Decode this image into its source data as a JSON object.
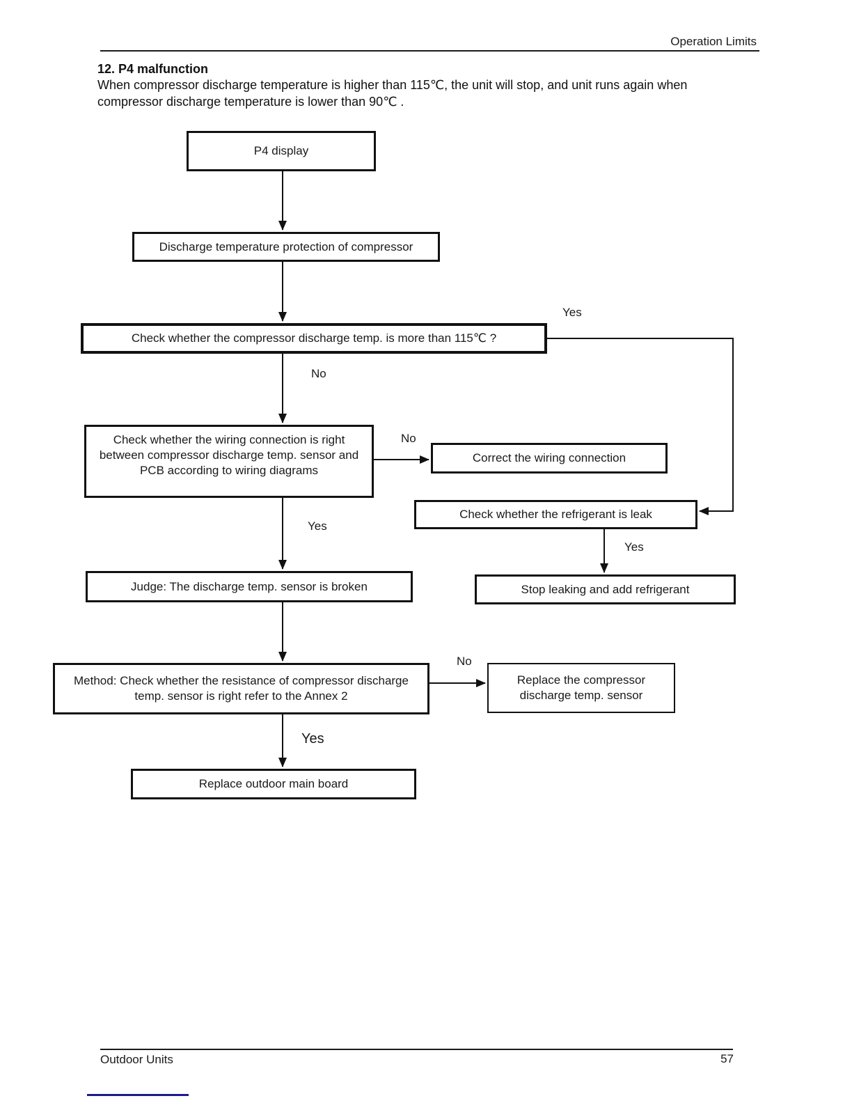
{
  "page": {
    "header": {
      "title": "Operation Limits"
    },
    "section": {
      "heading": "12. P4 malfunction",
      "body_line1": "When compressor discharge temperature is higher than 115℃, the unit will stop, and unit runs again when",
      "body_line2": "compressor discharge temperature is lower than 90℃ ."
    },
    "footer": {
      "left_text": "Outdoor Units",
      "page_number": "57"
    }
  },
  "flowchart": {
    "nodes": [
      {
        "id": "p4-display",
        "lines": [
          "P4 display"
        ]
      },
      {
        "id": "discharge-protection",
        "lines": [
          "Discharge temperature protection of compressor"
        ]
      },
      {
        "id": "check-discharge-temp",
        "lines": [
          "Check whether the compressor discharge temp. is more than 115℃ ?"
        ]
      },
      {
        "id": "check-wiring",
        "lines": [
          "Check whether the wiring connection is right",
          "between compressor discharge temp. sensor and",
          "PCB according to wiring diagrams"
        ]
      },
      {
        "id": "correct-wiring",
        "lines": [
          "Correct the wiring connection"
        ]
      },
      {
        "id": "check-refrigerant-leak",
        "lines": [
          "Check whether the refrigerant is leak"
        ]
      },
      {
        "id": "judge-sensor-broken",
        "lines": [
          "Judge: The discharge temp. sensor is broken"
        ]
      },
      {
        "id": "stop-leaking",
        "lines": [
          "Stop leaking and add refrigerant"
        ]
      },
      {
        "id": "method-check-resistance",
        "lines": [
          "Method: Check whether the resistance of compressor discharge",
          "temp. sensor is right refer to the Annex 2"
        ]
      },
      {
        "id": "replace-sensor",
        "lines": [
          "Replace the compressor",
          "discharge temp. sensor"
        ]
      },
      {
        "id": "replace-main-board",
        "lines": [
          "Replace outdoor main board"
        ]
      }
    ],
    "edge_labels": [
      {
        "text": "Yes"
      },
      {
        "text": "No"
      },
      {
        "text": "No"
      },
      {
        "text": "Yes"
      },
      {
        "text": "Yes"
      },
      {
        "text": "No"
      },
      {
        "text": "Yes"
      }
    ]
  }
}
